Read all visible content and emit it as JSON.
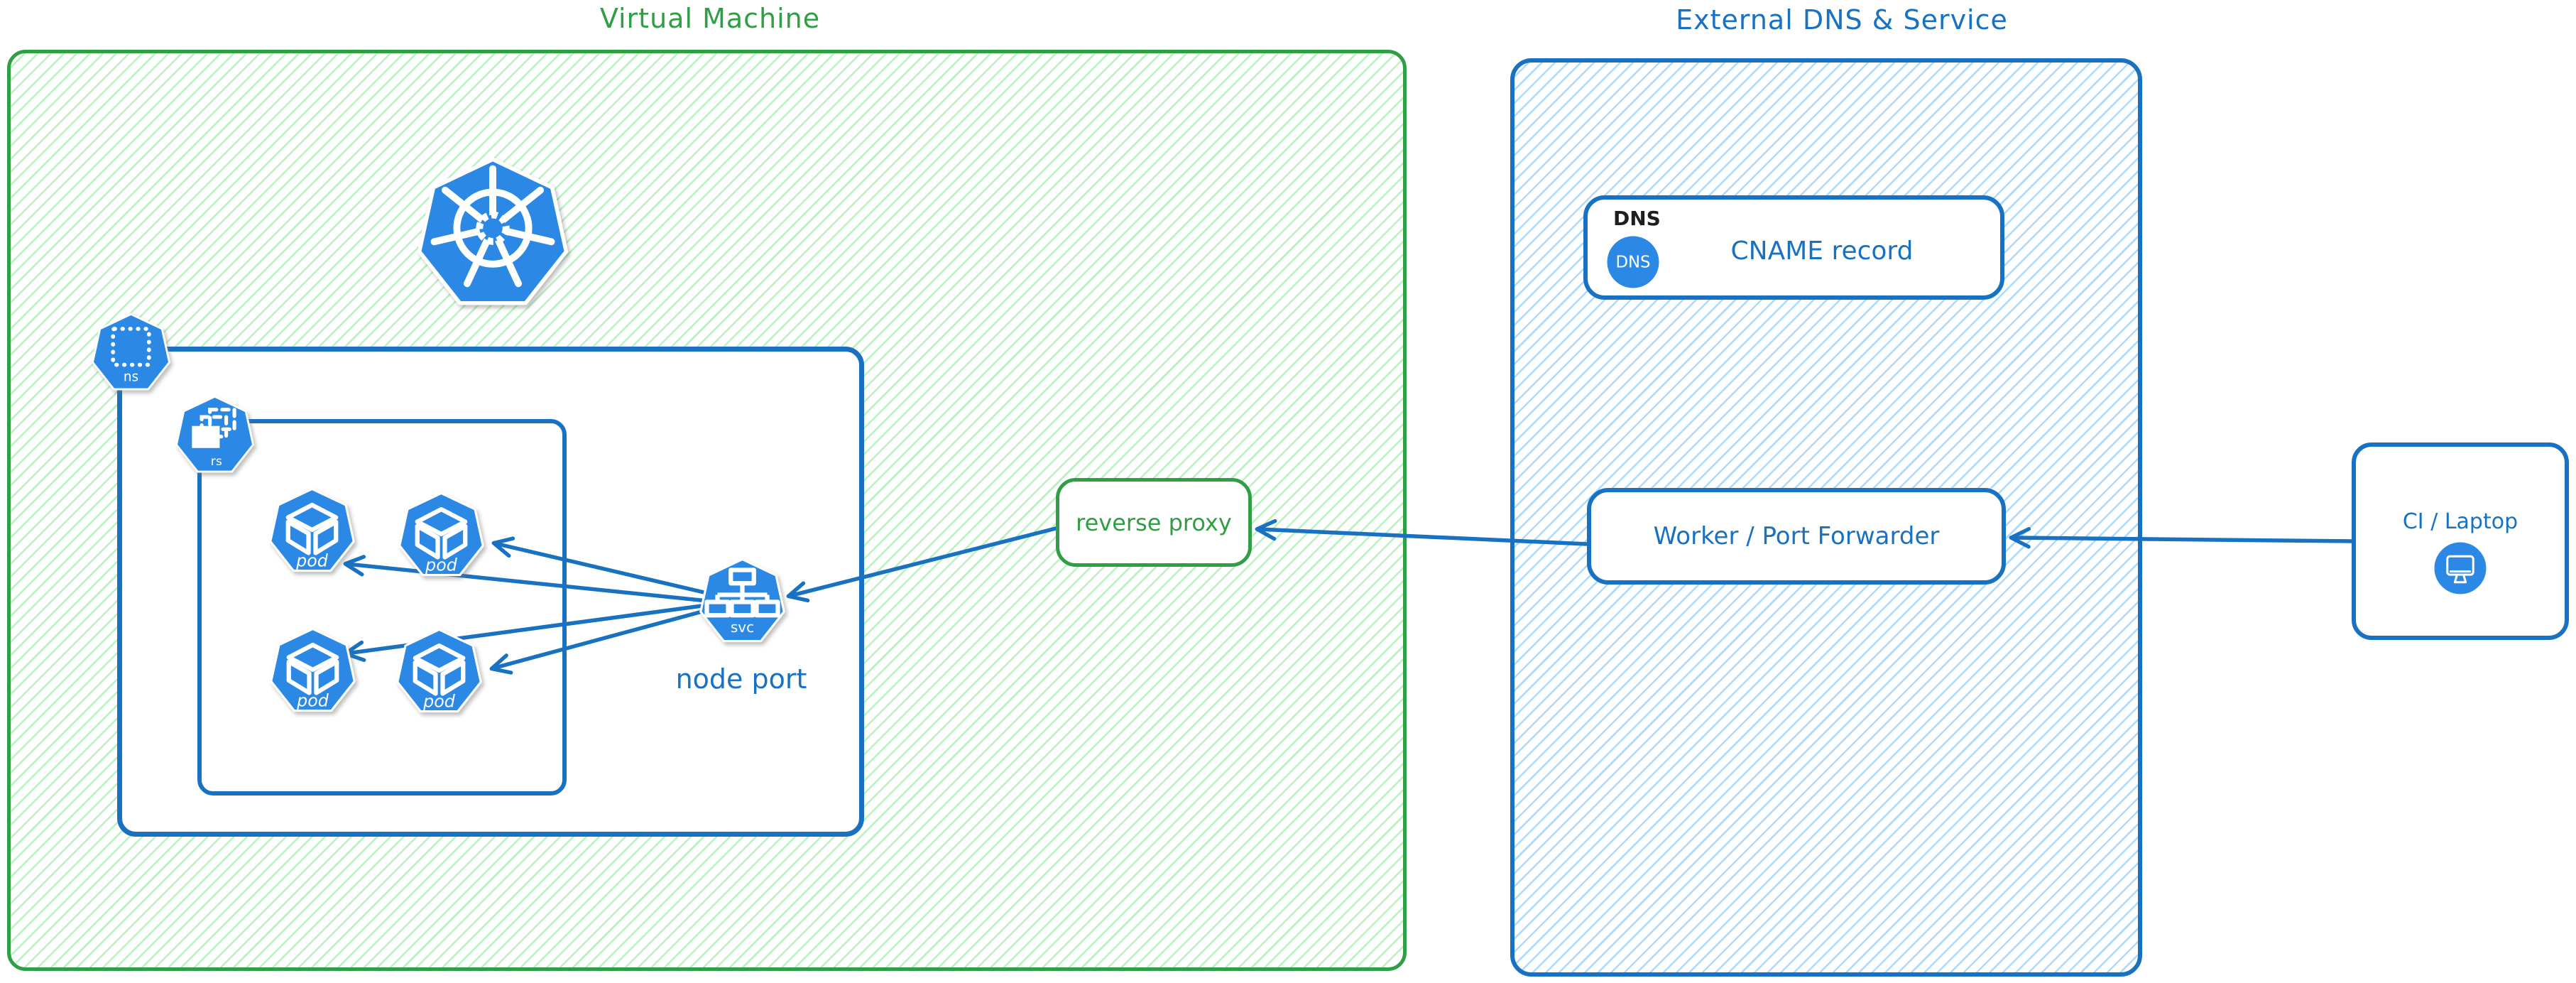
{
  "groups": {
    "vm": {
      "title": "Virtual Machine"
    },
    "external": {
      "title": "External DNS & Service"
    }
  },
  "nodes": {
    "reverse_proxy": {
      "label": "reverse proxy"
    },
    "node_port": {
      "label": "node port"
    },
    "dns": {
      "header": "DNS",
      "icon_text": "DNS",
      "label": "CNAME record"
    },
    "worker": {
      "label": "Worker / Port Forwarder"
    },
    "ci": {
      "label": "CI / Laptop"
    }
  },
  "k8s": {
    "namespace": "ns",
    "replicaset": "rs",
    "pod": "pod",
    "service": "svc"
  },
  "colors": {
    "green_stroke": "#2f9e44",
    "green_hatch": "#b2f2bb",
    "blue_stroke": "#1971c2",
    "blue_hatch": "#a5d8ff",
    "icon_blue": "#2b89e5",
    "black_text": "#1e1e1e"
  }
}
